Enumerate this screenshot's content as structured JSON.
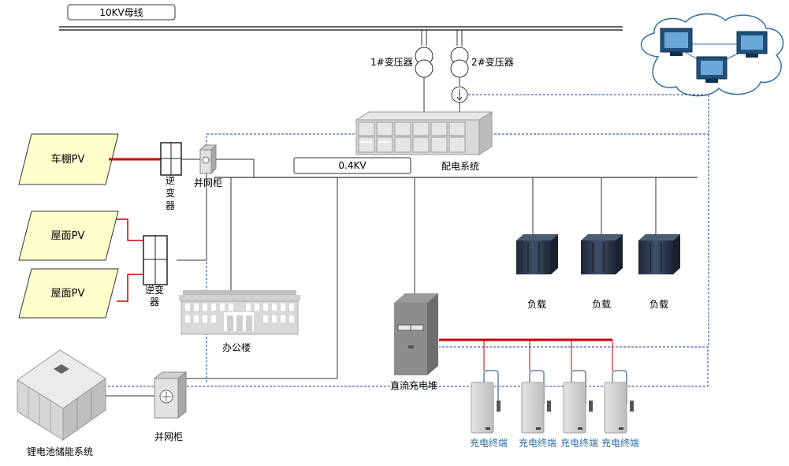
{
  "bus_10kv": {
    "label": "10KV母线"
  },
  "bus_04kv": {
    "label": "0.4KV"
  },
  "transformers": [
    {
      "label": "1#变压器"
    },
    {
      "label": "2#变压器"
    }
  ],
  "distribution": {
    "label": "配电系统"
  },
  "pv_panels": [
    {
      "label": "车棚PV"
    },
    {
      "label": "屋面PV"
    },
    {
      "label": "屋面PV"
    }
  ],
  "inverters": [
    {
      "label": "逆变器"
    },
    {
      "label": "逆变器"
    }
  ],
  "grid_cabinets": [
    {
      "label": "并网柜"
    },
    {
      "label": "并网柜"
    }
  ],
  "office": {
    "label": "办公楼"
  },
  "dc_charger": {
    "label": "直流充电堆"
  },
  "loads": [
    {
      "label": "负载"
    },
    {
      "label": "负载"
    },
    {
      "label": "负载"
    }
  ],
  "terminals": [
    {
      "label": "充电终端"
    },
    {
      "label": "充电终端"
    },
    {
      "label": "充电终端"
    },
    {
      "label": "充电终端"
    }
  ],
  "battery": {
    "label": "锂电池储能系统"
  },
  "colors": {
    "line": "#333333",
    "red": "#cc0000",
    "dashed": "#1f3fa0",
    "pv_fill": "#ffffcc",
    "equipment": "#c8c8c8",
    "server": "#2c3a4e",
    "cloud_stroke": "#2e6fa8",
    "terminal_label": "#2e6fa8"
  },
  "icons": [
    "transformer-icon",
    "cloud-network-icon",
    "server-rack-icon",
    "office-building-icon",
    "charger-icon",
    "inverter-icon",
    "fan-cabinet-icon",
    "battery-container-icon"
  ]
}
